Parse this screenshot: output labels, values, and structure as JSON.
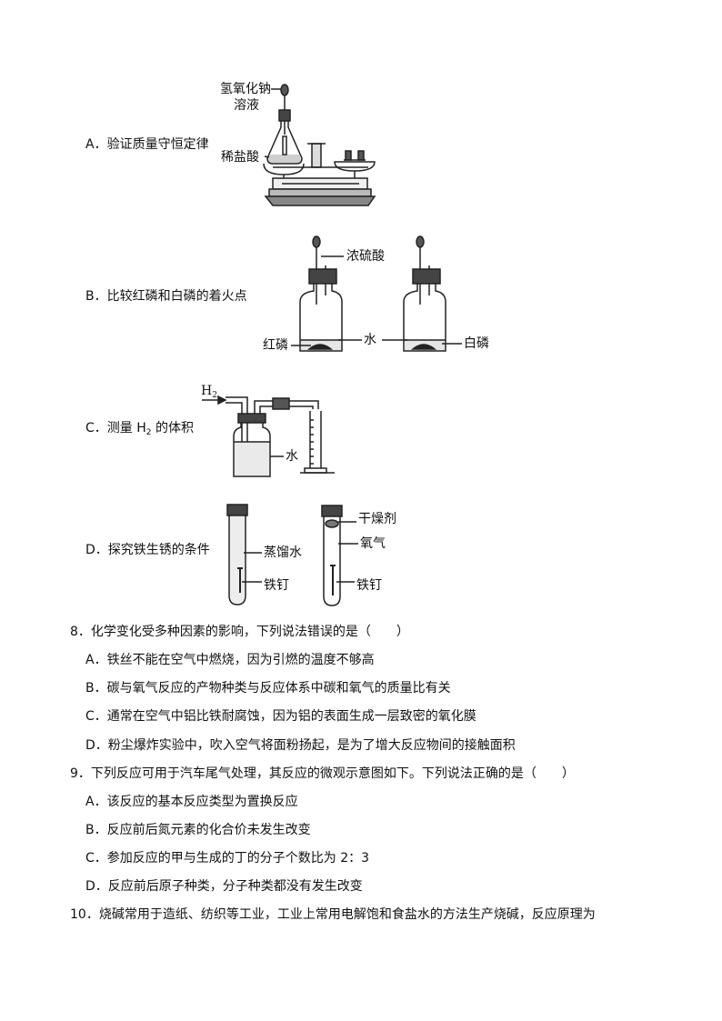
{
  "q7_options": {
    "A": {
      "text": "A．验证质量守恒定律",
      "labels": {
        "naoh_line1": "氢氧化钠",
        "naoh_line2": "溶液",
        "acid": "稀盐酸"
      }
    },
    "B": {
      "text": "B．比较红磷和白磷的着火点",
      "labels": {
        "acid": "浓硫酸",
        "water": "水",
        "red_p": "红磷",
        "white_p": "白磷"
      }
    },
    "C": {
      "text_pre": "C．测量 H",
      "text_sub": "2",
      "text_post": " 的体积",
      "labels": {
        "h2": "H",
        "h2_sub": "2",
        "water": "水"
      }
    },
    "D": {
      "text": "D．探究铁生锈的条件",
      "labels": {
        "water": "蒸馏水",
        "nail1": "铁钉",
        "desiccant": "干燥剂",
        "oxygen": "氧气",
        "nail2": "铁钉"
      }
    }
  },
  "q8": {
    "stem": "8．化学变化受多种因素的影响，下列说法错误的是（　　）",
    "options": [
      "A．铁丝不能在空气中燃烧，因为引燃的温度不够高",
      "B．碳与氧气反应的产物种类与反应体系中碳和氧气的质量比有关",
      "C．通常在空气中铝比铁耐腐蚀，因为铝的表面生成一层致密的氧化膜",
      "D．粉尘爆炸实验中，吹入空气将面粉扬起，是为了增大反应物间的接触面积"
    ]
  },
  "q9": {
    "stem": "9．下列反应可用于汽车尾气处理，其反应的微观示意图如下。下列说法正确的是（　　）",
    "options": [
      "A．该反应的基本反应类型为置换反应",
      "B．反应前后氮元素的化合价未发生改变",
      "C．参加反应的甲与生成的丁的分子个数比为 2：3",
      "D．反应前后原子种类，分子种类都没有发生改变"
    ]
  },
  "q10": {
    "stem": "10．烧碱常用于造纸、纺织等工业，工业上常用电解饱和食盐水的方法生产烧碱，反应原理为"
  }
}
